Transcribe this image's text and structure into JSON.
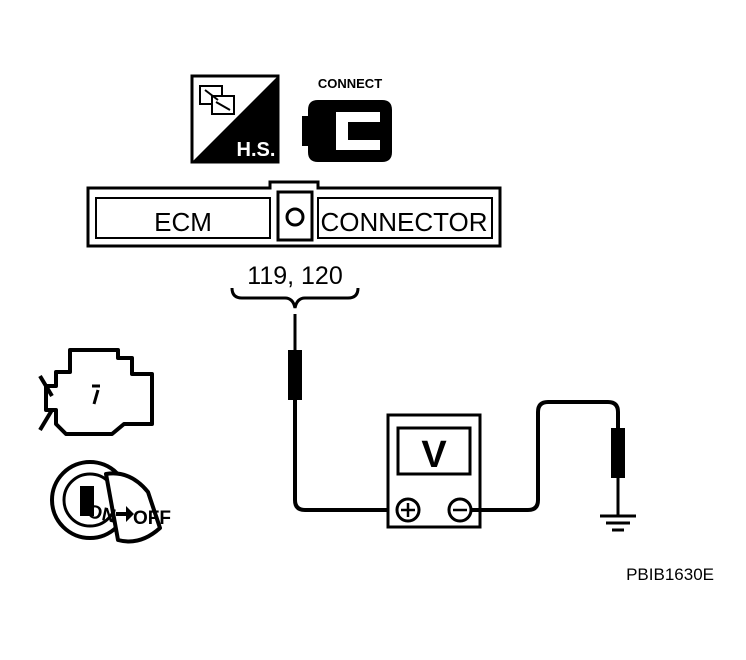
{
  "icons": {
    "hs_label": "H.S.",
    "connect_label": "CONNECT"
  },
  "connector": {
    "left_label": "ECM",
    "right_label": "CONNECTOR",
    "terminals": "119, 120"
  },
  "meter": {
    "label": "V",
    "plus_symbol": "+",
    "minus_symbol": "−"
  },
  "ignition": {
    "on_label": "ON",
    "off_label": "OFF"
  },
  "figure_id": "PBIB1630E"
}
